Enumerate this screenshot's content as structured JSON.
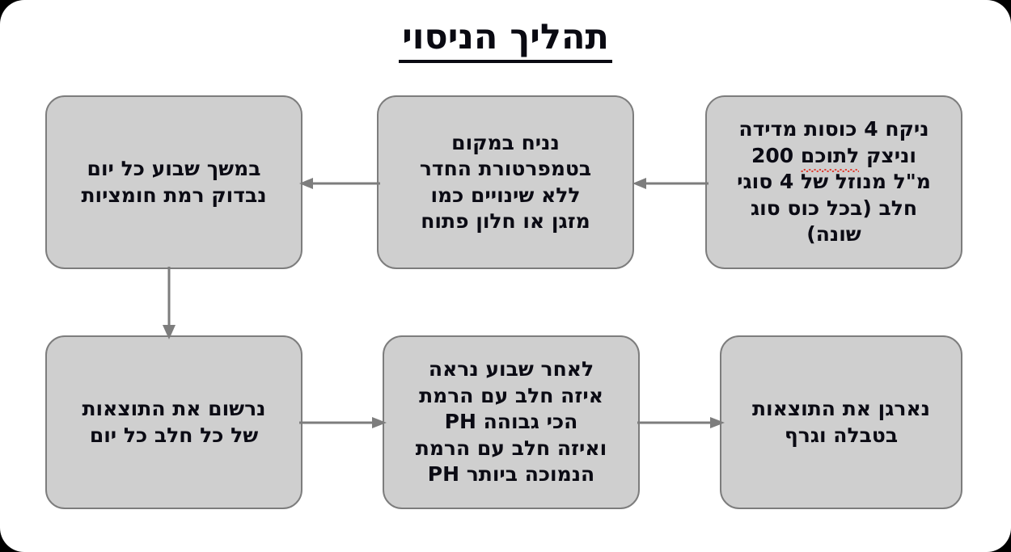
{
  "title": {
    "text": "תהליך הניסוי",
    "underlined": true
  },
  "colors": {
    "page_background": "#ffffff",
    "outer_background": "#000000",
    "node_fill": "#cfcfcf",
    "node_border": "#7d7d7d",
    "text": "#0b0b14",
    "connector": "#7d7d7d",
    "spellcheck_underline": "#e03b2e"
  },
  "diagram": {
    "type": "flowchart",
    "direction": "rtl",
    "nodes": [
      {
        "id": "prepare",
        "order": 1,
        "row": "top",
        "column": "right",
        "text": "ניקח 4 כוסות מדידה\nוניצק לתוכם 200\nמ\"ל מנוזל של 4 סוגי\nחלב (בכל כוס סוג\nשונה)",
        "misspelled_word": "לתוכם"
      },
      {
        "id": "place",
        "order": 2,
        "row": "top",
        "column": "middle",
        "text": "נניח במקום\nבטמפרטורת החדר\nללא שינויים כמו\nמזגן או חלון פתוח"
      },
      {
        "id": "measure",
        "order": 3,
        "row": "top",
        "column": "left",
        "text": "במשך שבוע כל יום\nנבדוק רמת חומציות"
      },
      {
        "id": "record",
        "order": 4,
        "row": "bottom",
        "column": "left",
        "text": "נרשום את התוצאות\nשל כל חלב כל יום"
      },
      {
        "id": "compare",
        "order": 5,
        "row": "bottom",
        "column": "middle",
        "text": "לאחר שבוע נראה\nאיזה חלב עם הרמת\nPH הכי גבוהה\nואיזה חלב עם הרמת\nPH הנמוכה ביותר"
      },
      {
        "id": "organize",
        "order": 6,
        "row": "bottom",
        "column": "right",
        "text": "נארגן את התוצאות\nבטבלה וגרף"
      }
    ],
    "connectors": [
      {
        "id": "prepare-place",
        "from": "prepare",
        "to": "place",
        "direction": "left"
      },
      {
        "id": "place-measure",
        "from": "place",
        "to": "measure",
        "direction": "left"
      },
      {
        "id": "measure-record",
        "from": "measure",
        "to": "record",
        "direction": "down"
      },
      {
        "id": "record-compare",
        "from": "record",
        "to": "compare",
        "direction": "right"
      },
      {
        "id": "compare-organize",
        "from": "compare",
        "to": "organize",
        "direction": "right"
      }
    ]
  }
}
